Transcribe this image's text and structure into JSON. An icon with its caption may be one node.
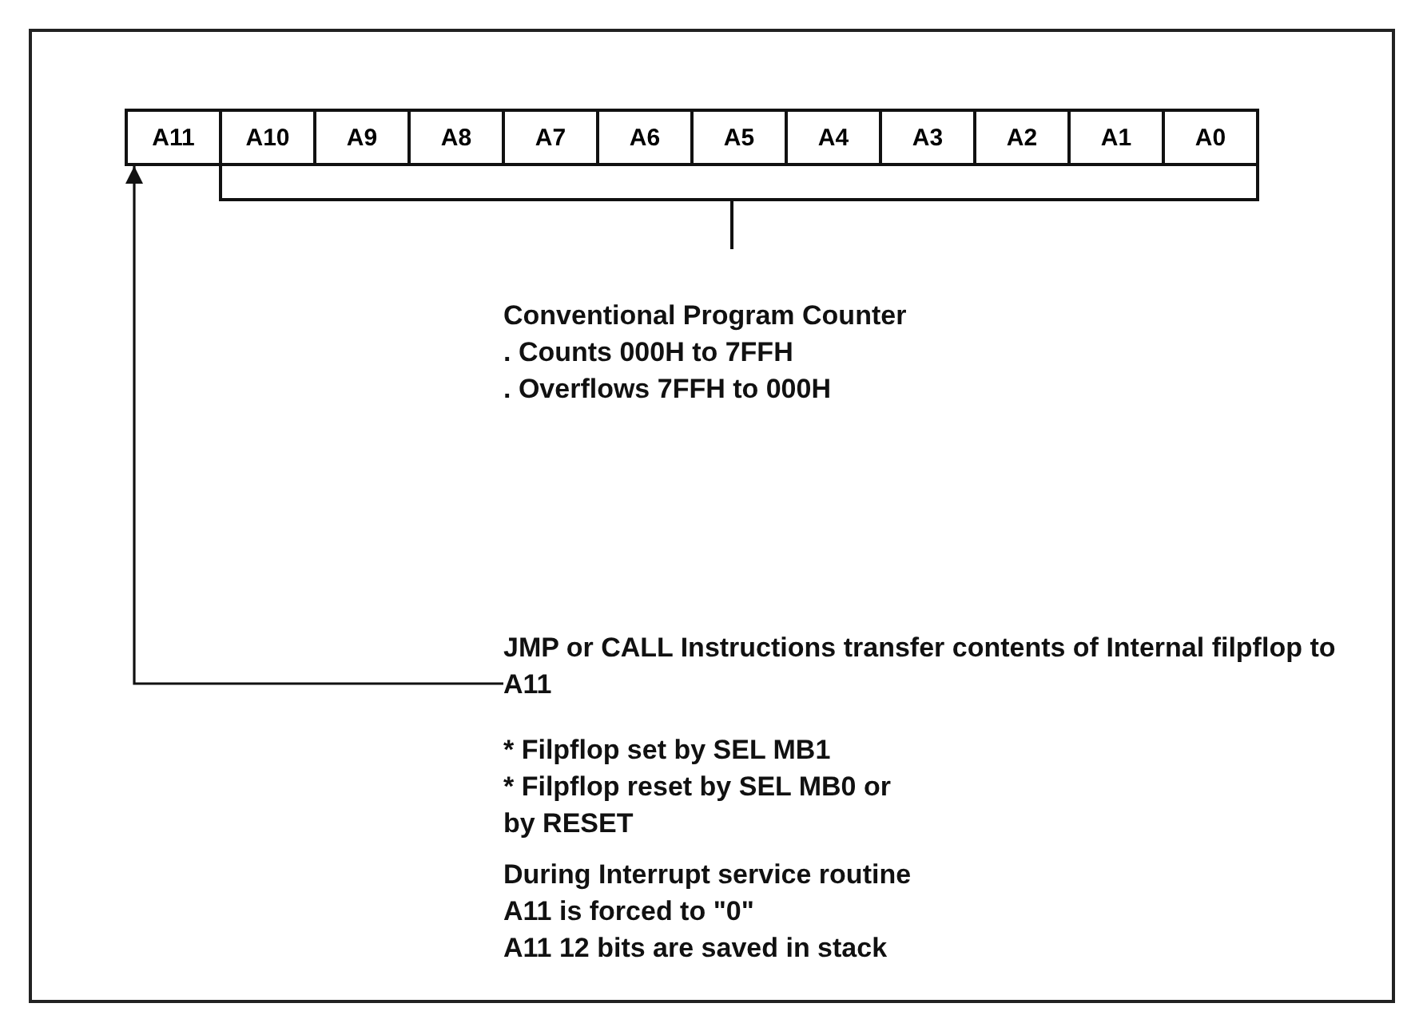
{
  "diagram": {
    "nodes": [
      {
        "text": [
          "A11"
        ]
      },
      {
        "text": [
          "A10"
        ]
      },
      {
        "text": [
          "A9"
        ]
      },
      {
        "text": [
          "A8"
        ]
      },
      {
        "text": [
          "A7"
        ]
      },
      {
        "text": [
          "A6"
        ]
      },
      {
        "text": [
          "A5"
        ]
      },
      {
        "text": [
          "A4"
        ]
      },
      {
        "text": [
          "A3"
        ]
      },
      {
        "text": [
          "A2"
        ]
      },
      {
        "text": [
          "A1"
        ]
      },
      {
        "text": [
          "A0"
        ]
      },
      {
        "text": [
          "JMP or CALL Instructions transfer contents of Internal filpflop to A11"
        ]
      }
    ],
    "edges": [
      {
        "from": 12,
        "to": 0,
        "arrow": "to"
      }
    ],
    "labels": [
      "Conventional Program Counter",
      ". Counts 000H to 7FFH",
      ". Overflows 7FFH to 000H",
      "* Filpflop set by SEL MB1",
      "* Filpflop reset by SEL MB0 or by RESET",
      "During Interrupt service routine",
      "A11 is forced to \"0\"",
      "A11 12 bits are saved in stack"
    ]
  }
}
